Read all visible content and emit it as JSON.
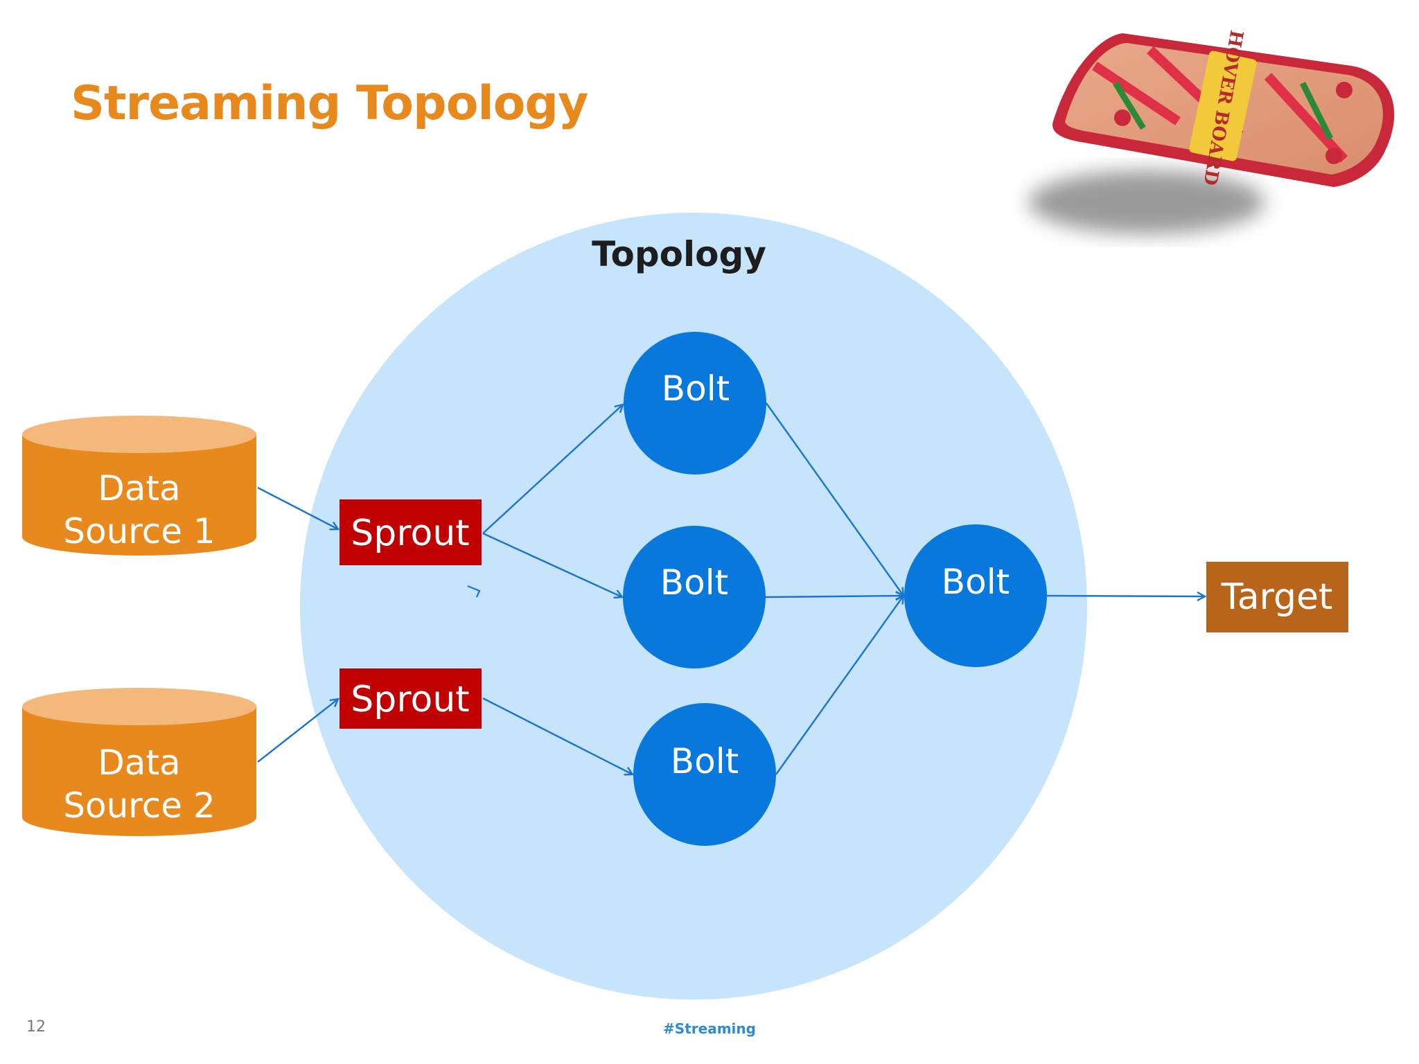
{
  "slide": {
    "title": "Streaming Topology",
    "page_number": "12",
    "hashtag": "#Streaming"
  },
  "diagram": {
    "container_label": "Topology",
    "sources": [
      {
        "line1": "Data",
        "line2": "Source 1"
      },
      {
        "line1": "Data",
        "line2": "Source 2"
      }
    ],
    "sprouts": [
      "Sprout",
      "Sprout"
    ],
    "bolts": [
      "Bolt",
      "Bolt",
      "Bolt",
      "Bolt"
    ],
    "target": "Target",
    "edges": [
      {
        "from": "Data Source 1",
        "to": "Sprout 1"
      },
      {
        "from": "Data Source 2",
        "to": "Sprout 2"
      },
      {
        "from": "Sprout 1",
        "to": "Bolt 1"
      },
      {
        "from": "Sprout 1",
        "to": "Bolt 2"
      },
      {
        "from": "Sprout 2",
        "to": "Bolt 3"
      },
      {
        "from": "Bolt 1",
        "to": "Bolt 4"
      },
      {
        "from": "Bolt 2",
        "to": "Bolt 4"
      },
      {
        "from": "Bolt 3",
        "to": "Bolt 4"
      },
      {
        "from": "Bolt 4",
        "to": "Target"
      }
    ]
  },
  "image": {
    "name": "hoverboard-image",
    "text": "HOVER BOARD"
  },
  "colors": {
    "title": "#e8891e",
    "data_source": "#e8891e",
    "data_source_top": "#f3b87a",
    "sprout": "#c00000",
    "bolt": "#0978dc",
    "target": "#b8651b",
    "topology_circle": "#c6e4fc",
    "arrow": "#1a73d0"
  }
}
